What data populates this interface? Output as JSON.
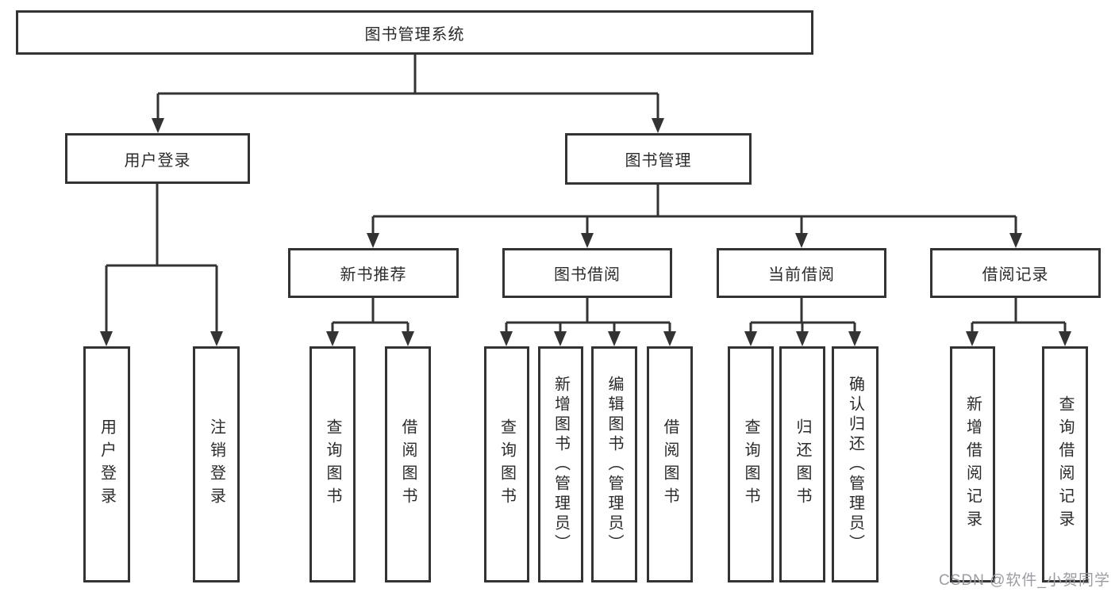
{
  "diagram_title": "图书管理系统",
  "tree": {
    "label": "图书管理系统",
    "children": [
      {
        "label": "用户登录",
        "children": [
          {
            "label": "用户登录"
          },
          {
            "label": "注销登录"
          }
        ]
      },
      {
        "label": "图书管理",
        "children": [
          {
            "label": "新书推荐",
            "children": [
              {
                "label": "查询图书"
              },
              {
                "label": "借阅图书"
              }
            ]
          },
          {
            "label": "图书借阅",
            "children": [
              {
                "label": "查询图书"
              },
              {
                "label": "新增图书（管理员）"
              },
              {
                "label": "编辑图书（管理员）"
              },
              {
                "label": "借阅图书"
              }
            ]
          },
          {
            "label": "当前借阅",
            "children": [
              {
                "label": "查询图书"
              },
              {
                "label": "归还图书"
              },
              {
                "label": "确认归还（管理员）"
              }
            ]
          },
          {
            "label": "借阅记录",
            "children": [
              {
                "label": "新增借阅记录"
              },
              {
                "label": "查询借阅记录"
              }
            ]
          }
        ]
      }
    ]
  },
  "watermark": {
    "text": "CSDN @软件_小贺同学"
  },
  "colors": {
    "line": "#333333",
    "text": "#2b2b2b",
    "watermark_text": "#9b9ba3",
    "background": "#ffffff"
  }
}
